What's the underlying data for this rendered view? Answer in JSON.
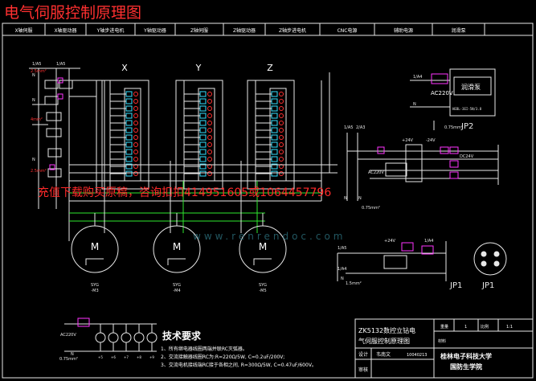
{
  "title": "电气伺服控制原理图",
  "header_cells": [
    "X轴伺服",
    "X轴驱动器",
    "Y轴步进电机",
    "Y轴驱动器",
    "Z轴伺服",
    "Z轴驱动器",
    "Z轴步进电机",
    "CNC电源",
    "辅助电源",
    "润滑泵"
  ],
  "axes": [
    "X",
    "Y",
    "Z"
  ],
  "motor_letter": "M",
  "motors": [
    {
      "line1": "SYG",
      "line2": "-M3"
    },
    {
      "line1": "SYG",
      "line2": "-M4"
    },
    {
      "line1": "SYG",
      "line2": "-M5"
    }
  ],
  "left_labels": {
    "top_a": "1/A5",
    "top_b": "1/A5",
    "n1": "N",
    "n2": "N",
    "n3": "N",
    "v1": "2.5mm²",
    "v2": "4mm²",
    "v3": "2.5mm²"
  },
  "lube": {
    "relay": "AC220V",
    "block": "润滑泵",
    "model": "HEBL-3EI-5N/3.8",
    "junction": "JP2",
    "wire": "0.75mm²",
    "l1": "1/A4",
    "n": "N"
  },
  "pc": {
    "l_top": "1/A5",
    "l_left": "2/A3",
    "n": "N",
    "n2": "N",
    "v1": "+24V",
    "mod": "AC220V",
    "wire": "0.75mm²",
    "out1": "-24V",
    "out2": "DC24V"
  },
  "psu": {
    "in1": "1/A5",
    "in2": "1/A4",
    "label": "+24V",
    "label2": "1/A4",
    "n": "N",
    "wire": "1.5mm²",
    "jp1": "JP1",
    "jp1_big": "JP1"
  },
  "bottom_left": {
    "relay": "AC220V",
    "n": "N",
    "wire": "0.75mm²",
    "nums": [
      "+5",
      "+6",
      "+7",
      "+8",
      "+9"
    ]
  },
  "tech": {
    "heading": "技术要求",
    "lines": [
      "1、所有继电器线圈两端并联RC灭弧器。",
      "2、交流接触器线圈RC为:R=220Ω/5W, C=0.2uF/200V;",
      "3、交流电机接线端RC接于各相之间, R=300Ω/5W, C=0.47uF/600V。"
    ]
  },
  "titleblock": {
    "drawing_name_1": "ZK5132数控立钻电",
    "drawing_name_2": "气伺服控制原理图",
    "weight_label": "重量",
    "scale_label": "比例",
    "qty": "1",
    "scale": "1:1",
    "material_label": "材料",
    "designer_label": "设计",
    "designer": "韦南文",
    "student_no": "10040213",
    "school_1": "桂林电子科技大学",
    "school_2": "国防生学院",
    "review_label": "审核"
  },
  "watermark": "充值下载购买原稿，咨询扣扣414951605或1064457796",
  "watermark_url": "www.renrendoc.com",
  "colors": {
    "background": "#000000",
    "wire_white": "#e8e8e8",
    "wire_green": "#2ee82e",
    "label_red": "#ff3030",
    "block_magenta": "#ff33ff",
    "text_white": "#ffffff",
    "text_cyan": "#33e0ff",
    "frame_yellow": "#ffd23a",
    "watermark_red": "#ff2a2a"
  }
}
